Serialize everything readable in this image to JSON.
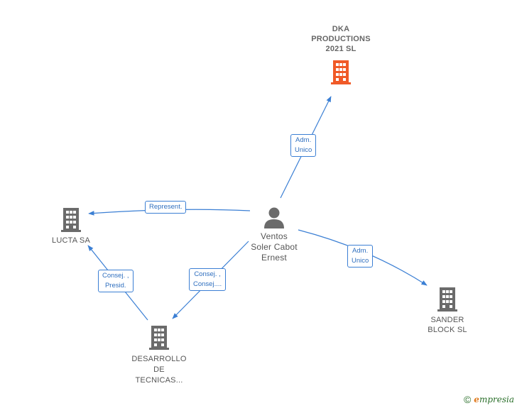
{
  "nodes": {
    "dka": {
      "lines": [
        "DKA",
        "PRODUCTIONS",
        "2021  SL"
      ],
      "icon": "building-icon",
      "color": "#f05a28"
    },
    "lucta": {
      "lines": [
        "LUCTA SA"
      ],
      "icon": "building-icon",
      "color": "#6b6b6b"
    },
    "sander": {
      "lines": [
        "SANDER",
        "BLOCK  SL"
      ],
      "icon": "building-icon",
      "color": "#6b6b6b"
    },
    "desarrollo": {
      "lines": [
        "DESARROLLO",
        "DE",
        "TECNICAS..."
      ],
      "icon": "building-icon",
      "color": "#6b6b6b"
    },
    "person": {
      "lines": [
        "Ventos",
        "Soler Cabot",
        "Ernest"
      ],
      "icon": "person-icon",
      "color": "#6b6b6b"
    }
  },
  "edges": {
    "to_dka": [
      "Adm.",
      "Unico"
    ],
    "to_lucta": [
      "Represent."
    ],
    "to_sander": [
      "Adm.",
      "Unico"
    ],
    "to_desarrollo": [
      "Consej. ,",
      "Consej...."
    ],
    "desarrollo_to_lucta": [
      "Consej. ,",
      "Presid."
    ]
  },
  "colors": {
    "edge": "#3b7fd4",
    "accent": "#f05a28"
  },
  "footer": {
    "copyright": "©",
    "brand_initial": "e",
    "brand_rest": "mpresia"
  }
}
